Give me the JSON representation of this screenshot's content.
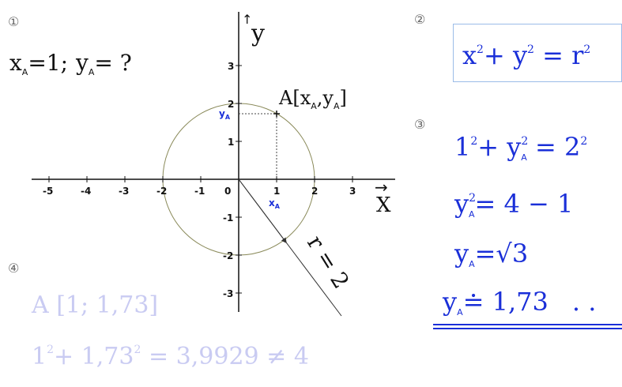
{
  "steps": {
    "one": "①",
    "two": "②",
    "three": "③",
    "four": "④"
  },
  "question": {
    "x_letter": "x",
    "sub_a": "A",
    "x_eq": "=1;",
    "y_letter": "y",
    "y_eq": "= ?"
  },
  "formula": {
    "x": "x",
    "plus": "+",
    "y": "y",
    "eq": "=",
    "r": "r",
    "exp": "2"
  },
  "solution": {
    "line1": {
      "base": "1",
      "plus": "+",
      "y": "y",
      "eq": "=",
      "rhs": "2",
      "exp": "2",
      "sub": "A"
    },
    "line2": {
      "y": "y",
      "exp": "2",
      "sub": "A",
      "rhs": "= 4 − 1"
    },
    "line3": {
      "y": "y",
      "sub": "A",
      "eq": "=",
      "rhs": "√3"
    },
    "line4": {
      "y": "y",
      "sub": "A",
      "rhs": "≐ 1,73",
      "dots": ". ."
    }
  },
  "check": {
    "point": "A [1; 1,73]",
    "base1": "1",
    "exp": "2",
    "mid": "+ 1,73",
    "rhs": "= 3,9929 ≠ 4"
  },
  "graph": {
    "x_axis_label": "X",
    "y_axis_label": "y",
    "y_arrow": "↑",
    "x_arrow": "→",
    "origin_label": "0",
    "x_ticks": [
      "-5",
      "-4",
      "-3",
      "-2",
      "-1",
      "1",
      "2",
      "3"
    ],
    "y_ticks": [
      "3",
      "2",
      "1",
      "-1",
      "-2",
      "-3"
    ],
    "point_label": "A[xA,yA]",
    "point_label_a": "A[x",
    "point_label_mid": ",y",
    "point_label_end": "]",
    "xa_label": "x",
    "ya_label": "y",
    "radius_label": "r = 2",
    "colors": {
      "circle": "#8a8a5a",
      "axes": "#111111",
      "accent": "#1a2fd8"
    },
    "circle_radius": 2,
    "point": {
      "x": 1,
      "y": 1.73
    }
  }
}
